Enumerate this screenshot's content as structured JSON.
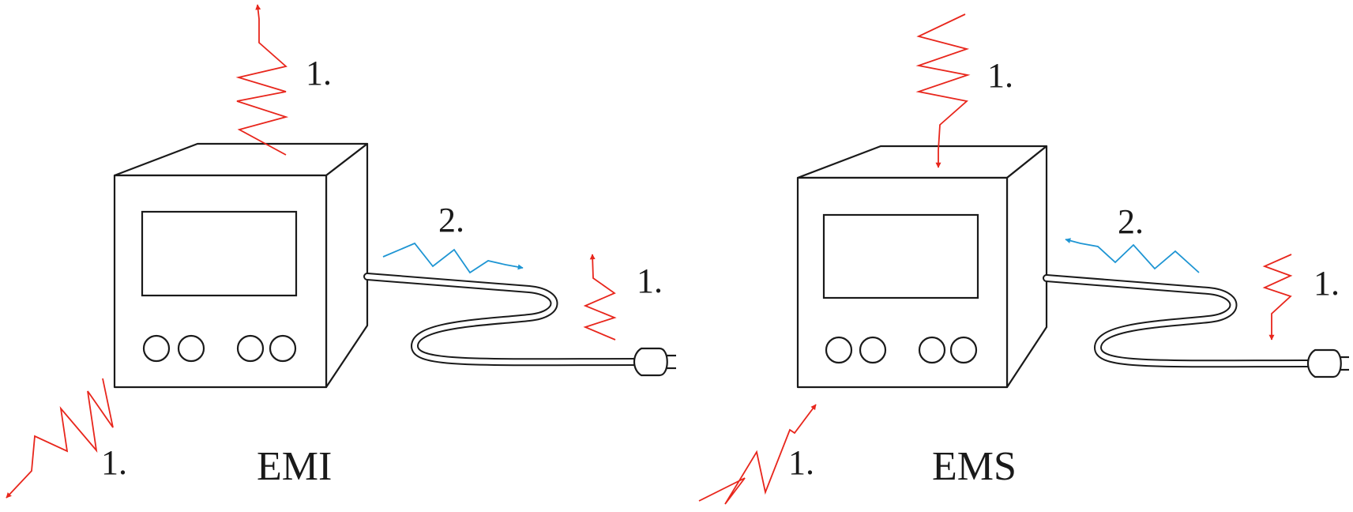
{
  "colors": {
    "radiated": "#e8261c",
    "conducted": "#1e95d3",
    "outline": "#1a1a1a"
  },
  "emi": {
    "title": "EMI",
    "label_top": "1.",
    "label_cable": "2.",
    "label_plug": "1.",
    "label_bottom": "1."
  },
  "ems": {
    "title": "EMS",
    "label_top": "1.",
    "label_cable": "2.",
    "label_plug": "1.",
    "label_bottom": "1."
  }
}
